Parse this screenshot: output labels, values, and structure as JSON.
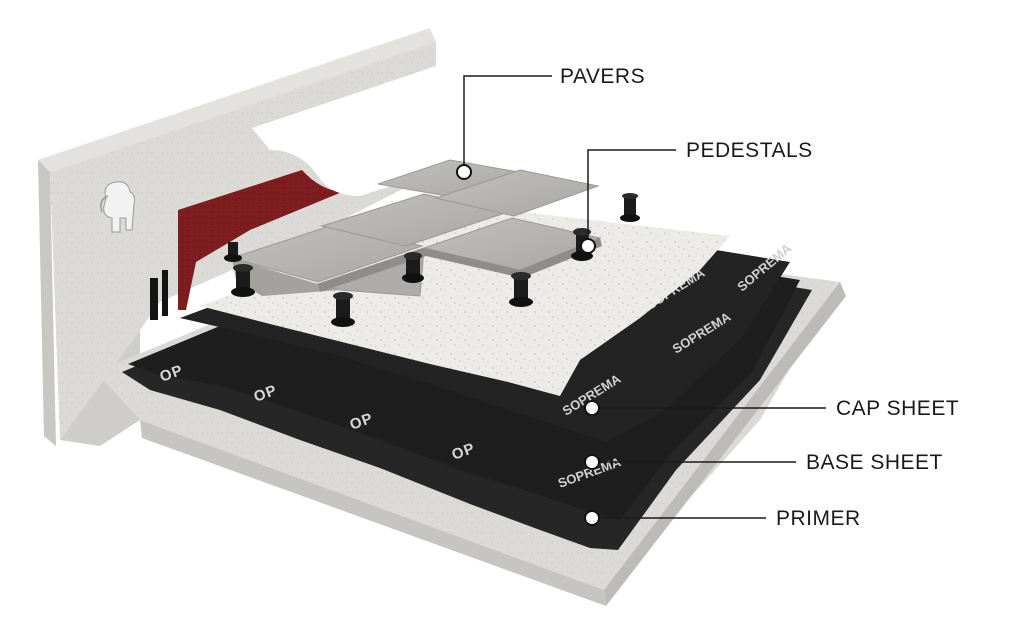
{
  "labels": {
    "pavers": "PAVERS",
    "pedestals": "PEDESTALS",
    "cap_sheet": "CAP SHEET",
    "base_sheet": "BASE SHEET",
    "primer": "PRIMER"
  },
  "membrane_branding": {
    "brand": "SOPREMA",
    "short": "OP"
  },
  "colors": {
    "concrete": "#d9d7d3",
    "membrane": "#1c1c1c",
    "red_membrane": "#7a1a1c",
    "pavers": "#b8b6b2",
    "insulation": "#ebe9e5"
  }
}
